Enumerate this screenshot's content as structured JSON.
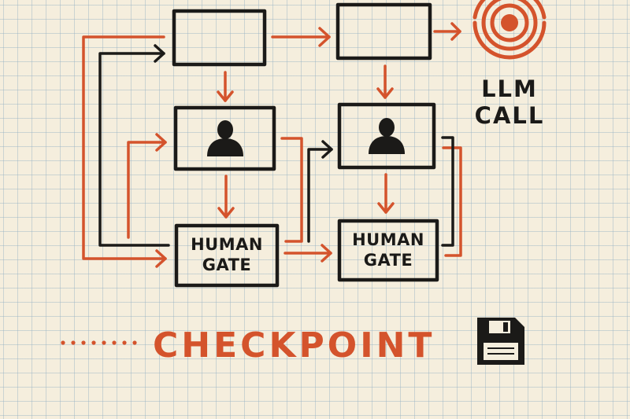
{
  "nodes": {
    "human_gate_label_line1": "HUMAN",
    "human_gate_label_line2": "GATE",
    "llm_call_label_line1": "LLM",
    "llm_call_label_line2": "CALL"
  },
  "legend": {
    "checkpoint_label": "CHECKPOINT"
  },
  "icons": {
    "person": "person-icon",
    "target": "target-icon",
    "save": "floppy-disk-icon"
  },
  "colors": {
    "background": "#f5eedd",
    "grid": "#96b2c4",
    "ink": "#1b1a18",
    "accent": "#d4532c"
  }
}
